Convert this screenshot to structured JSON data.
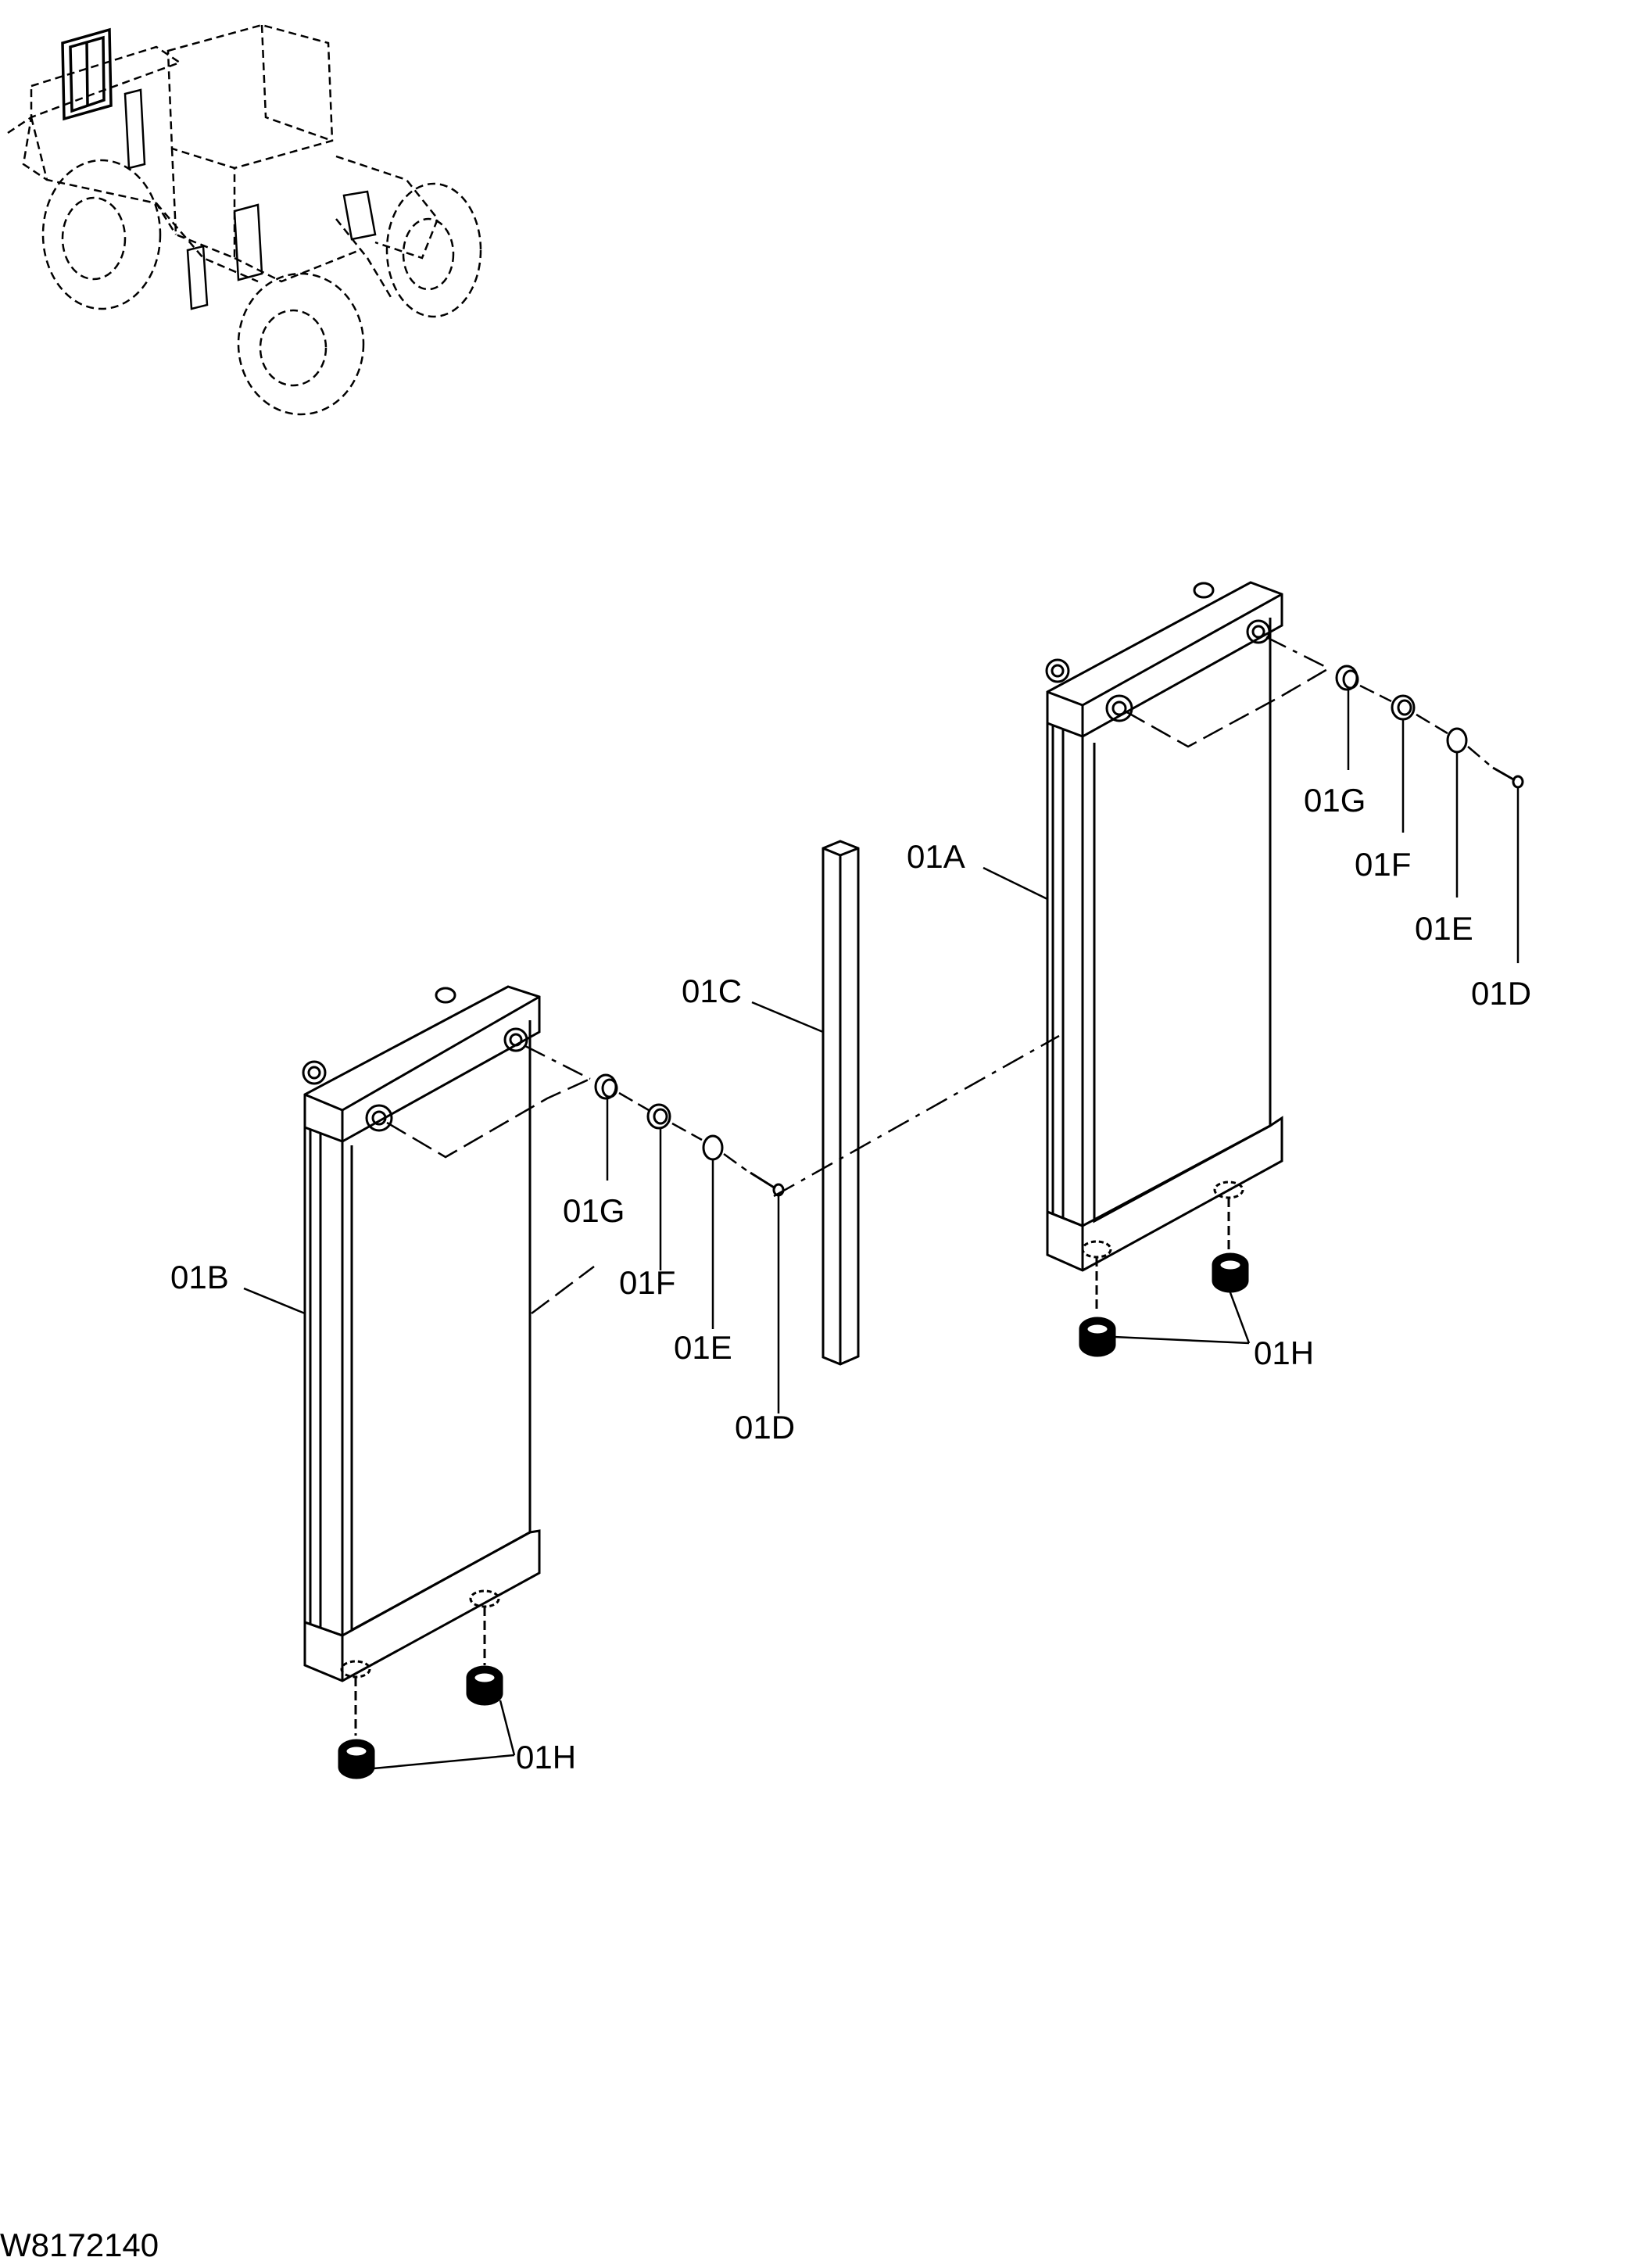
{
  "drawing_code": "W8172140",
  "colors": {
    "line": "#000000",
    "background": "#ffffff"
  },
  "callouts": {
    "right_assembly": {
      "radiator": "01A",
      "g": "01G",
      "f": "01F",
      "e": "01E",
      "d": "01D",
      "h": "01H"
    },
    "center": {
      "seal": "01C"
    },
    "left_assembly": {
      "radiator": "01B",
      "g": "01G",
      "f": "01F",
      "e": "01E",
      "d": "01D",
      "h": "01H"
    }
  }
}
